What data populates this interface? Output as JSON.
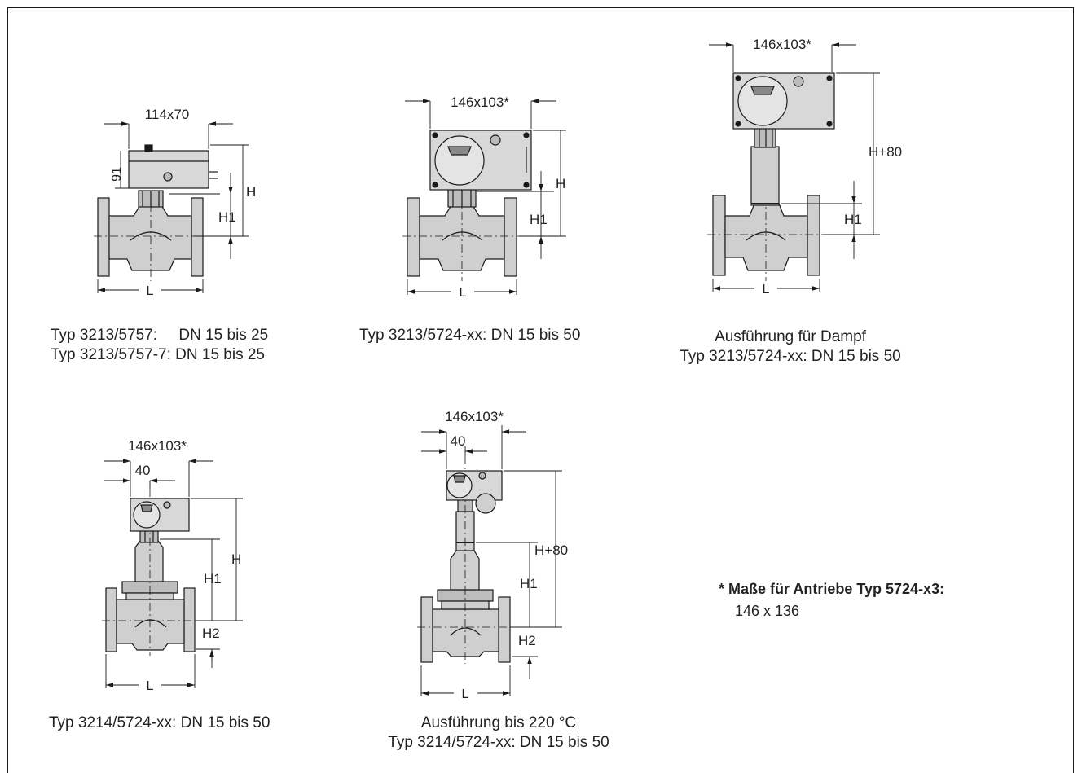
{
  "figures": [
    {
      "id": "fig1",
      "dim_top": "114x70",
      "dim_side": "91",
      "dim_h": "H",
      "dim_h1": "H1",
      "dim_l": "L",
      "caption_lines": [
        "Typ 3213/5757:     DN 15 bis 25",
        "Typ 3213/5757-7: DN 15 bis 25"
      ]
    },
    {
      "id": "fig2",
      "dim_top": "146x103*",
      "dim_h": "H",
      "dim_h1": "H1",
      "dim_l": "L",
      "caption_lines": [
        "Typ 3213/5724-xx: DN 15 bis 50"
      ]
    },
    {
      "id": "fig3",
      "dim_top": "146x103*",
      "dim_h": "H+80",
      "dim_h1": "H1",
      "dim_l": "L",
      "caption_lines": [
        "Ausführung für Dampf",
        "Typ 3213/5724-xx: DN 15 bis 50"
      ]
    },
    {
      "id": "fig4",
      "dim_top": "146x103*",
      "dim_small": "40",
      "dim_h": "H",
      "dim_h1": "H1",
      "dim_h2": "H2",
      "dim_l": "L",
      "caption_lines": [
        "Typ 3214/5724-xx: DN 15 bis 50"
      ]
    },
    {
      "id": "fig5",
      "dim_top": "146x103*",
      "dim_small": "40",
      "dim_h": "H+80",
      "dim_h1": "H1",
      "dim_h2": "H2",
      "dim_l": "L",
      "caption_lines": [
        "Ausführung bis 220 °C",
        "Typ 3214/5724-xx: DN 15 bis 50"
      ]
    }
  ],
  "note": {
    "title": "* Maße für Antriebe Typ 5724-x3:",
    "value": "146 x 136"
  },
  "colors": {
    "line": "#1a1a1a",
    "body_fill": "#cfcfcf",
    "actuator_fill": "#d8d8d8"
  }
}
